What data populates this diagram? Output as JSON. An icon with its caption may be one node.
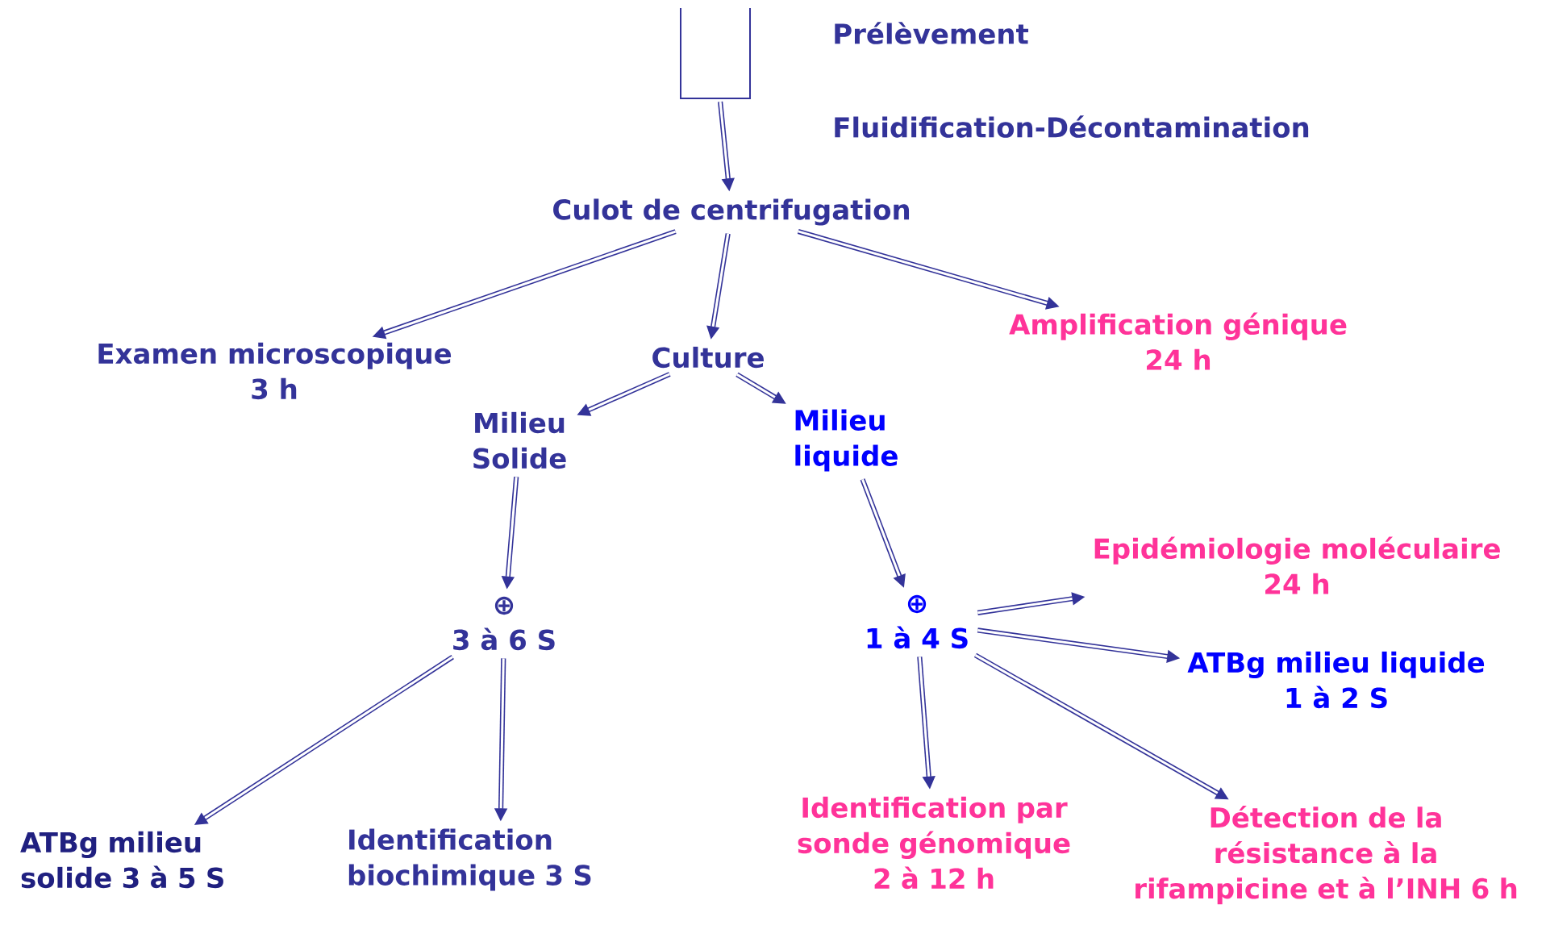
{
  "diagram": {
    "nodes": [
      {
        "text": [],
        "shape": "box"
      },
      {
        "text": [
          "Culot de centrifugation"
        ]
      },
      {
        "text": [
          "Examen microscopique",
          "3 h"
        ]
      },
      {
        "text": [
          "Culture"
        ]
      },
      {
        "text": [
          "Amplification génique",
          "24 h"
        ]
      },
      {
        "text": [
          "Milieu Solide"
        ]
      },
      {
        "text": [
          "Milieu liquide"
        ]
      },
      {
        "text": [
          "⊕",
          "3 à 6 S"
        ]
      },
      {
        "text": [
          "⊕",
          "1 à 4 S"
        ]
      },
      {
        "text": [
          "Epidémiologie moléculaire",
          "24 h"
        ]
      },
      {
        "text": [
          "ATBg milieu liquide",
          "1 à 2 S"
        ]
      },
      {
        "text": [
          "ATBg milieu solide 3 à 5 S"
        ]
      },
      {
        "text": [
          "Identification biochimique 3 S"
        ]
      },
      {
        "text": [
          "Identification par sonde génomique",
          "2 à 12 h"
        ]
      },
      {
        "text": [
          "Détection de la résistance à la rifampicine et à l’INH 6 h"
        ]
      }
    ],
    "edges": [
      {
        "from": 0,
        "to": 1,
        "arrow": "to"
      },
      {
        "from": 1,
        "to": 2,
        "arrow": "to"
      },
      {
        "from": 1,
        "to": 3,
        "arrow": "to"
      },
      {
        "from": 1,
        "to": 4,
        "arrow": "to"
      },
      {
        "from": 3,
        "to": 5,
        "arrow": "to"
      },
      {
        "from": 3,
        "to": 6,
        "arrow": "to"
      },
      {
        "from": 5,
        "to": 7,
        "arrow": "to"
      },
      {
        "from": 6,
        "to": 8,
        "arrow": "to"
      },
      {
        "from": 8,
        "to": 9,
        "arrow": "to"
      },
      {
        "from": 8,
        "to": 10,
        "arrow": "to"
      },
      {
        "from": 7,
        "to": 11,
        "arrow": "to"
      },
      {
        "from": 7,
        "to": 12,
        "arrow": "to"
      },
      {
        "from": 8,
        "to": 13,
        "arrow": "to"
      },
      {
        "from": 8,
        "to": 14,
        "arrow": "to"
      }
    ],
    "labels": [
      "Prélèvement",
      "Fluidification-Décontamination"
    ]
  }
}
